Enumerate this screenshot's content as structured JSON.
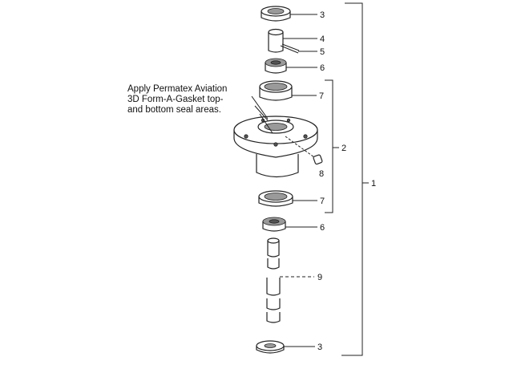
{
  "note": {
    "line1": "Apply Permatex Aviation",
    "line2": "3D Form-A-Gasket top-",
    "line3": "and bottom seal areas."
  },
  "callouts": {
    "c1": "1",
    "c2": "2",
    "c3_top": "3",
    "c3_bottom": "3",
    "c4": "4",
    "c5": "5",
    "c6_top": "6",
    "c6_bottom": "6",
    "c7_top": "7",
    "c7_bottom": "7",
    "c8": "8",
    "c9": "9"
  }
}
